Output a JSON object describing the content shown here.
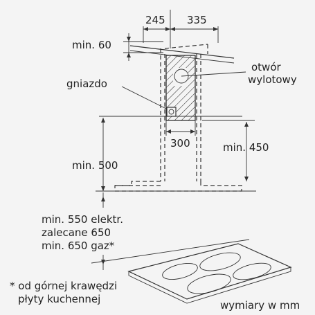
{
  "labels": {
    "dim_245": "245",
    "dim_335": "335",
    "min_60": "min. 60",
    "outlet": [
      "otwór",
      "wylotowy"
    ],
    "socket": "gniazdo",
    "dim_300": "300",
    "min_450": "min. 450",
    "min_500": "min. 500",
    "clearance": [
      "min. 550 elektr.",
      "zalecane 650",
      "min. 650 gaz*"
    ],
    "footnote": [
      "* od górnej krawędzi",
      "płyty kuchennej"
    ],
    "units": "wymiary w mm"
  }
}
